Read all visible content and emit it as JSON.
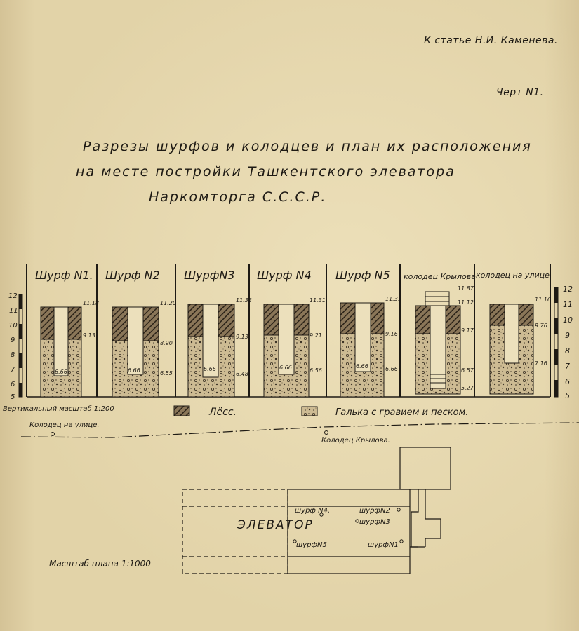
{
  "header": {
    "reference": "К статье Н.И. Каменева.",
    "figure_no": "Черт N1."
  },
  "title": {
    "line1": "Разрезы шурфов и колодцев  и план  их расположения",
    "line2": "на месте постройки Ташкентского элеватора",
    "line3": "Наркомторга С.С.С.Р."
  },
  "sections": [
    {
      "label": "Шурф N1.",
      "top": "11.18",
      "mid": "9.13",
      "bottom": "6.66"
    },
    {
      "label": "Шурф N2",
      "top": "11.20",
      "mid": "8.90",
      "bottom": "6.55",
      "inner": "6.66"
    },
    {
      "label": "ШурфN3",
      "top": "11.33",
      "mid": "9.13",
      "bottom": "6.48",
      "inner": "6.66"
    },
    {
      "label": "Шурф N4",
      "top": "11.31",
      "mid": "9.21",
      "bottom": "6.56",
      "inner": "6.66"
    },
    {
      "label": "Шурф N5",
      "top": "11.31",
      "mid": "9.16",
      "bottom": "6.66",
      "inner": "6.66"
    },
    {
      "label": "колодец Крылова",
      "top": "11.87",
      "top2": "11.12",
      "mid": "9.17",
      "bottom": "6.57",
      "inner": "5.27"
    },
    {
      "label": "колодец на улице.",
      "top": "11.16",
      "mid": "9.76",
      "bottom": "7.16"
    }
  ],
  "scale": {
    "ticks": [
      "12",
      "11",
      "10",
      "9",
      "8",
      "7",
      "6",
      "5"
    ],
    "vertical_label": "Вертикальный масштаб 1:200"
  },
  "legend": {
    "loess": "Лёсс.",
    "gravel": "Галька с гравием и песком."
  },
  "plan": {
    "well_street": "Колодец на улице.",
    "well_krylov": "Колодец Крылова.",
    "elevator": "ЭЛЕВАТОР",
    "pit1": "шурфN1",
    "pit2": "шурфN2",
    "pit3": "шурфN3",
    "pit4": "шурф N4.",
    "pit5": "шурфN5",
    "scale_label": "Масштаб плана 1:1000"
  },
  "colors": {
    "paper": "#e2d3a8",
    "ink": "#1e1a14",
    "loess_fill": "#6b5a44",
    "gravel_fill": "#cdbb93"
  }
}
